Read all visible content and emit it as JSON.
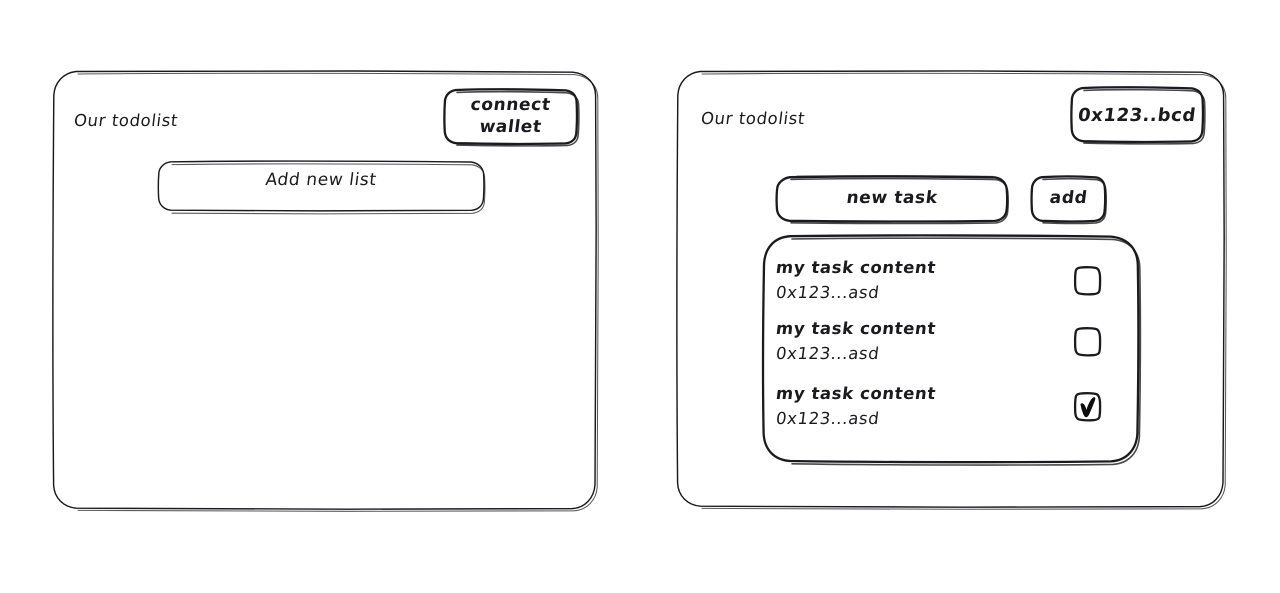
{
  "canvas": {
    "background": "#ffffff",
    "ink": "#1b1b1f",
    "style": "hand-drawn wireframe"
  },
  "screens": [
    {
      "id": "screen-disconnected",
      "name": "todolist-disconnected",
      "app_title": "Our todolist",
      "wallet_button": {
        "name": "connect-wallet-button",
        "line1": "connect",
        "line2": "wallet"
      },
      "primary_action": {
        "name": "add-new-list-button",
        "label": "Add new list"
      }
    },
    {
      "id": "screen-connected",
      "name": "todolist-connected",
      "app_title": "Our todolist",
      "wallet_badge": {
        "name": "wallet-address-badge",
        "label": "0x123..bcd"
      },
      "new_task_input": {
        "name": "new-task-input",
        "value": "new task",
        "placeholder": "new task"
      },
      "add_button": {
        "name": "add-task-button",
        "label": "add"
      },
      "task_list": {
        "name": "task-list",
        "tasks": [
          {
            "content": "my task content",
            "address": "0x123...asd",
            "checked": false
          },
          {
            "content": "my task content",
            "address": "0x123...asd",
            "checked": false
          },
          {
            "content": "my task content",
            "address": "0x123...asd",
            "checked": true
          }
        ]
      }
    }
  ],
  "icons": {
    "checkbox_unchecked": "checkbox-unchecked-icon",
    "checkbox_checked": "checkbox-checked-icon"
  }
}
